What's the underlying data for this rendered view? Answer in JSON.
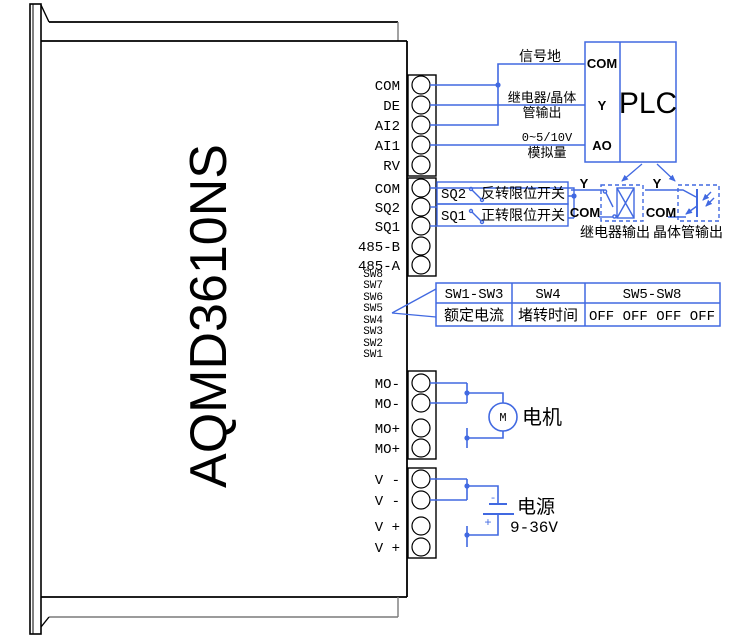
{
  "device": {
    "model": "AQMD3610NS"
  },
  "terminal_blocks": {
    "signal": [
      "COM",
      "DE",
      "AI2",
      "AI1",
      "RV"
    ],
    "comm": [
      "COM",
      "SQ2",
      "SQ1",
      "485-B",
      "485-A"
    ],
    "motor": [
      "MO-",
      "MO-",
      "MO+",
      "MO+"
    ],
    "power": [
      "V -",
      "V -",
      "V +",
      "V +"
    ]
  },
  "dip_labels": [
    "SW8",
    "SW7",
    "SW6",
    "SW5",
    "SW4",
    "SW3",
    "SW2",
    "SW1"
  ],
  "plc": {
    "title": "PLC",
    "pin_com": "COM",
    "pin_y": "Y",
    "pin_ao": "AO"
  },
  "annotations": {
    "signal_ground": "信号地",
    "relay_line1": "继电器/晶体",
    "relay_line2": "管输出",
    "analog_line1": "0~5/10V",
    "analog_line2": "模拟量"
  },
  "limit_switches": {
    "sq2": "SQ2",
    "sq2_label": "反转限位开关",
    "sq1": "SQ1",
    "sq1_label": "正转限位开关"
  },
  "outputs": {
    "relay_y": "Y",
    "relay_com": "COM",
    "relay_caption": "继电器输出",
    "trans_y": "Y",
    "trans_com": "COM",
    "trans_caption": "晶体管输出"
  },
  "dip_table": {
    "h1": "SW1-SW3",
    "h2": "SW4",
    "h3": "SW5-SW8",
    "v1": "额定电流",
    "v2": "堵转时间",
    "v3": "OFF OFF OFF OFF"
  },
  "motor": {
    "symbol": "M",
    "label": "电机"
  },
  "power_supply": {
    "label": "电源",
    "voltage": "9-36V",
    "plus": "+",
    "minus": "-"
  },
  "colors": {
    "wire_blue": "#4169e1",
    "outline_black": "#000000"
  }
}
